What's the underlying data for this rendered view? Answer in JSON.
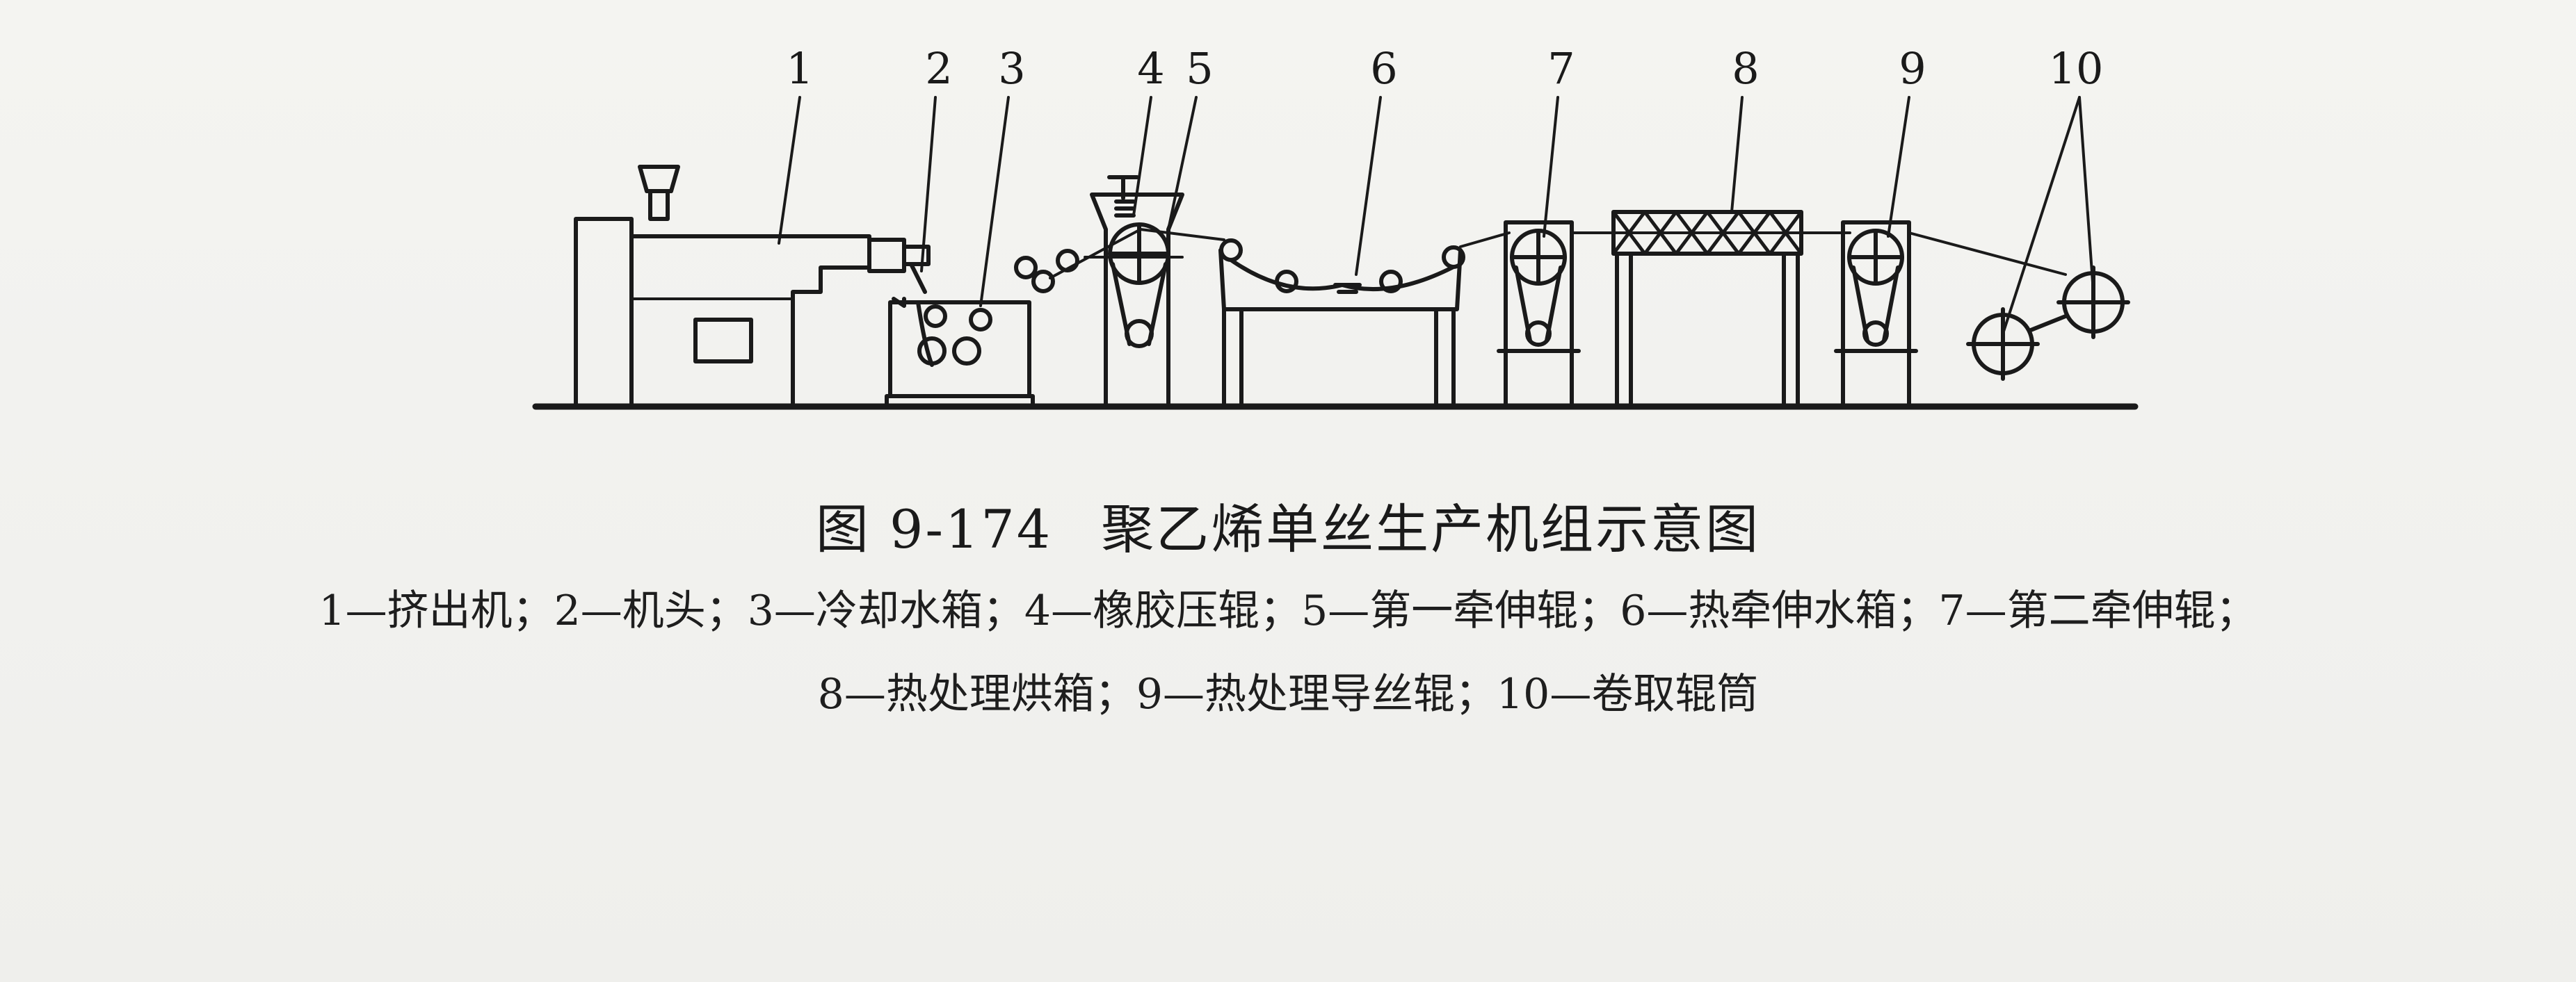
{
  "diagram": {
    "part_numbers": [
      "1",
      "2",
      "3",
      "4",
      "5",
      "6",
      "7",
      "8",
      "9",
      "10"
    ]
  },
  "caption": {
    "figure_number": "图 9-174",
    "title": "聚乙烯单丝生产机组示意图"
  },
  "legend": {
    "line1": "1—挤出机；2—机头；3—冷却水箱；4—橡胶压辊；5—第一牵伸辊；6—热牵伸水箱；7—第二牵伸辊；",
    "line2": "8—热处理烘箱；9—热处理导丝辊；10—卷取辊筒"
  }
}
